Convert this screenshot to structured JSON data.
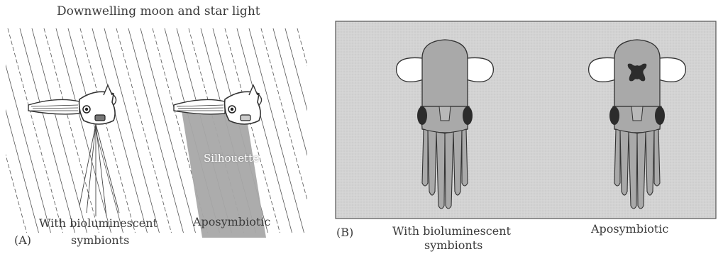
{
  "panel_a": {
    "title": "Downwelling moon and star light",
    "letter": "(A)",
    "left_caption_line1": "With bioluminescent",
    "left_caption_line2": "symbionts",
    "right_caption": "Aposymbiotic",
    "silhouette_label": "Silhouette"
  },
  "panel_b": {
    "letter": "(B)",
    "left_caption_line1": "With bioluminescent",
    "left_caption_line2": "symbionts",
    "right_caption": "Aposymbiotic"
  },
  "colors": {
    "ink": "#333333",
    "panel_b_bg": "#d6d6d6",
    "squid_body": "#a9a9a9",
    "silhouette": "#a5a5a5",
    "organ_dark": "#2c2c2c"
  }
}
